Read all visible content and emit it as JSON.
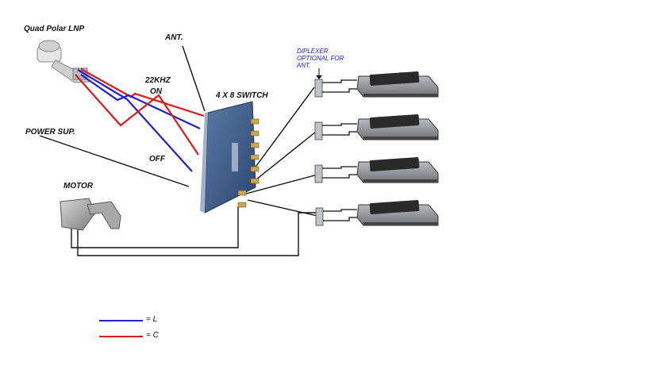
{
  "labels": {
    "lnb": "Quad Polar  LNP",
    "ant": "ANT.",
    "tone_22khz": "22KHZ",
    "tone_on": "ON",
    "switch": "4 X 8 SWITCH",
    "power": "POWER SUP.",
    "off": "OFF",
    "motor": "MOTOR",
    "diplexer_line1": "DIPLEXER",
    "diplexer_line2": "OPTIONAL FOR",
    "diplexer_line3": "ANT."
  },
  "legend": [
    {
      "color": "#1f1fd6",
      "label": "= L"
    },
    {
      "color": "#e01818",
      "label": "= C"
    }
  ],
  "colors": {
    "cable_blue": "#1f1fd6",
    "cable_red": "#e01818",
    "switch_body": "#3b5a86",
    "receiver_body": "#8c8f93"
  }
}
